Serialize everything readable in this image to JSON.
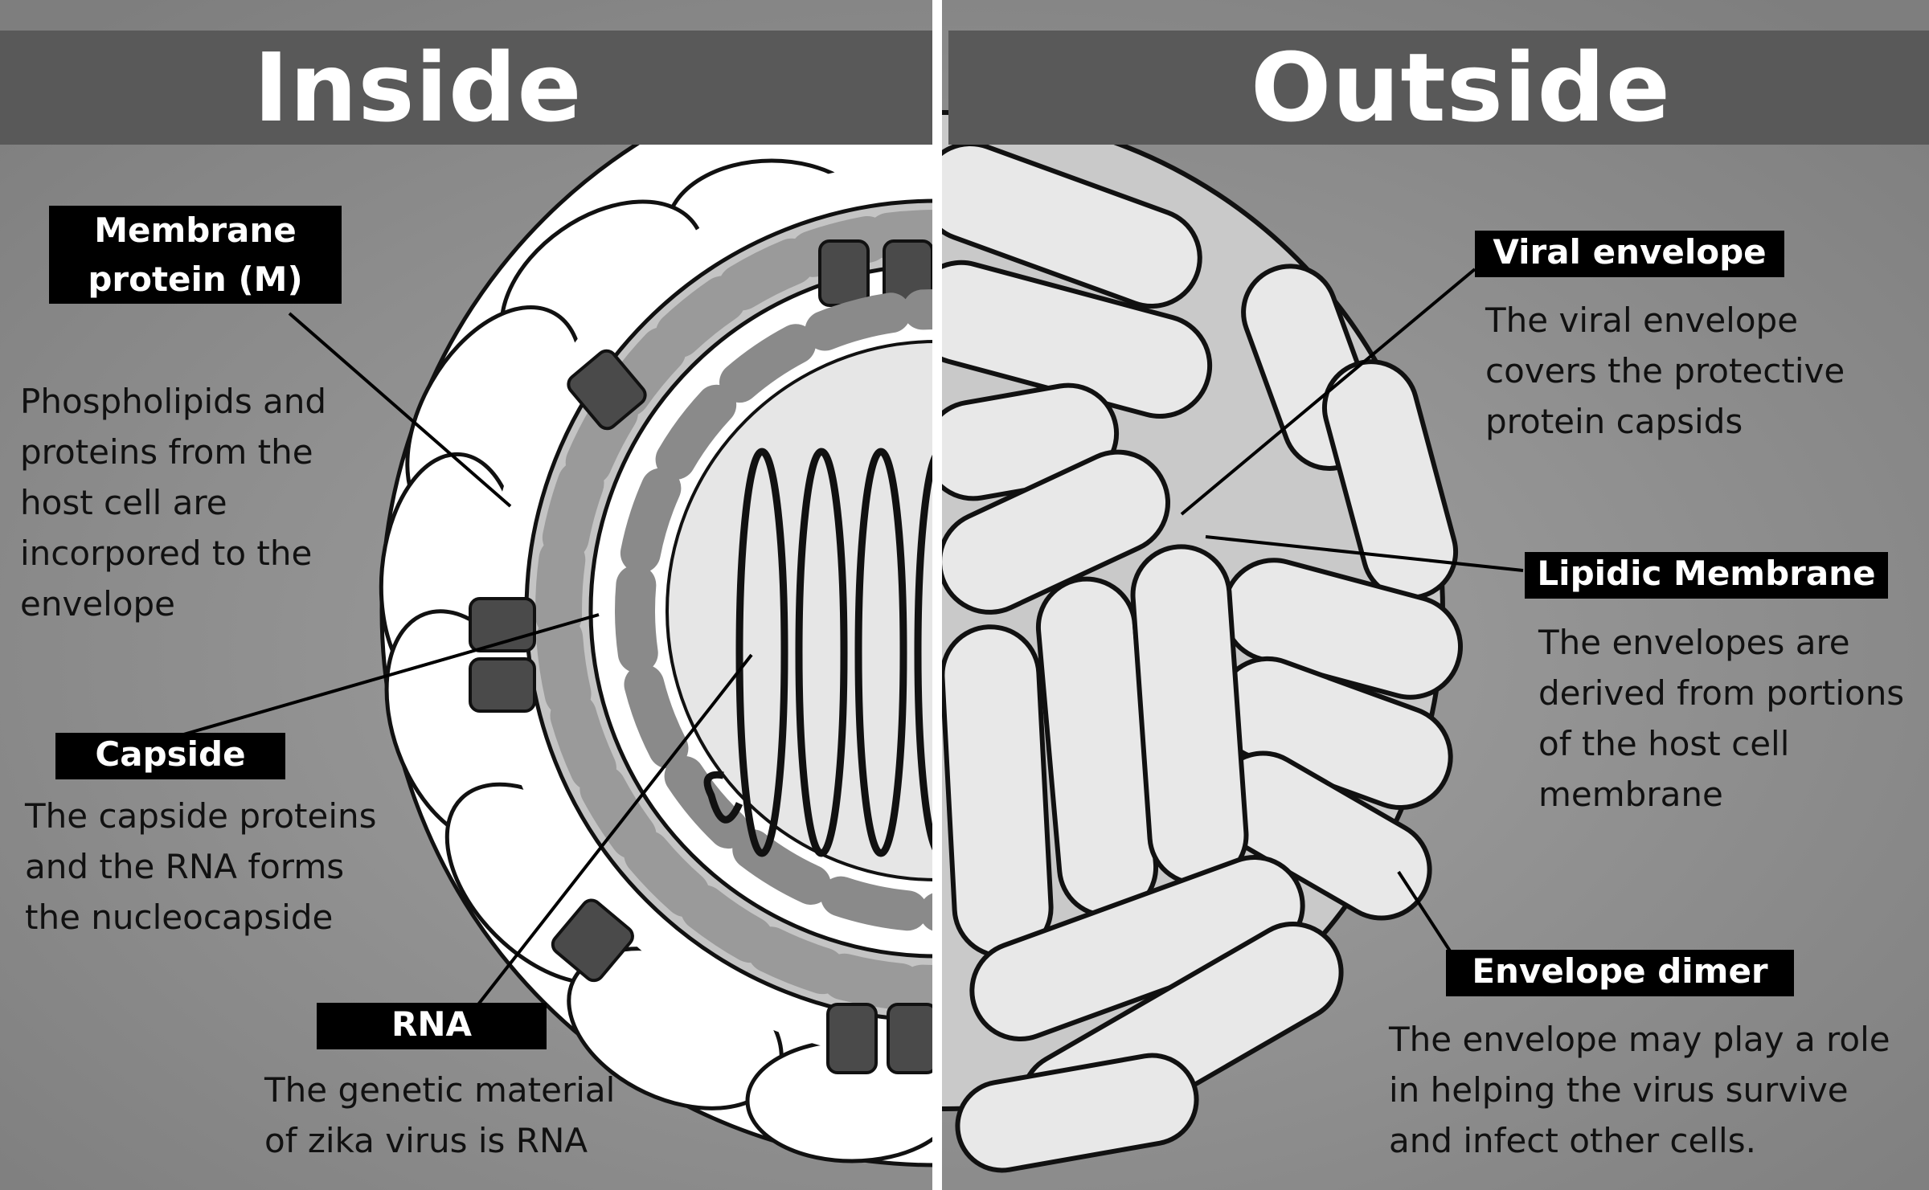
{
  "panels": {
    "inside_title": "Inside",
    "outside_title": "Outside"
  },
  "labels": {
    "membrane_protein": "Membrane\nprotein (M)",
    "membrane_protein_desc": "Phospholipids and\nproteins from the\nhost cell are\nincorpored to the\nenvelope",
    "capside": "Capside",
    "capside_desc": "The capside proteins\nand the RNA forms\nthe nucleocapside",
    "rna": "RNA",
    "rna_desc": "The genetic material\nof zika virus is RNA",
    "viral_envelope": "Viral envelope",
    "viral_envelope_desc": "The viral envelope\ncovers the protective\nprotein capsids",
    "lipidic_membrane": "Lipidic Membrane",
    "lipidic_membrane_desc": "The envelopes are\nderived from portions\nof the host cell\nmembrane",
    "envelope_dimer": "Envelope dimer",
    "envelope_dimer_desc": "The envelope may play a role\nin helping the virus survive\nand infect other cells."
  },
  "colors": {
    "background": "#8c8c8c",
    "header": "#595959",
    "divider": "#ffffff",
    "label_box": "#000000",
    "envelope_fill": "#ffffff",
    "capsid_fill": "#bdbdbd",
    "protein_dark": "#4a4a4a",
    "core_fill": "#e6e6e6"
  }
}
